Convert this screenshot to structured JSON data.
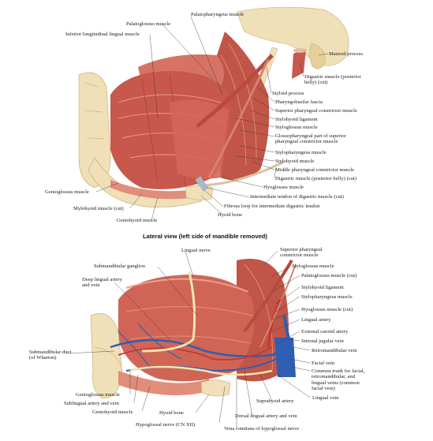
{
  "caption": "Lateral view (left side of mandible removed)",
  "top_labels": {
    "palatopharyngeus": "Palatopharyngeus muscle",
    "palatoglossus": "Palatoglossus muscle",
    "inferior_longitudinal": "Inferior longitudinal lingual muscle",
    "mastoid": "Mastoid process",
    "digastric_posterior_cut": "Digastric muscle (posterior\nbelly) (cut)",
    "styloid": "Styloid process",
    "pharyngobasilar": "Pharyngobasilar fascia",
    "superior_constrictor": "Superior pharyngeal constrictor muscle",
    "stylohyoid_lig": "Stylohyoid ligament",
    "styloglossus": "Styloglossus muscle",
    "glossopharyngeal_part": "Glossopharyngeal part of superior\npharyngeal constrictor muscle",
    "stylopharyngeus": "Stylopharyngeus muscle",
    "stylohyoid": "Stylohyoid muscle",
    "middle_constrictor": "Middle pharyngeal constrictor muscle",
    "digastric_posterior": "Digastric muscle (posterior belly) (cut)",
    "hyoglossus": "Hyoglossus muscle",
    "intermediate_tendon": "Intermediate tendon of digastric muscle (cut)",
    "fibrous_loop": "Fibrous loop for intermediate digastric tendon",
    "hyoid": "Hyoid bone",
    "genioglossus": "Genioglossus muscle",
    "mylohyoid": "Mylohyoid muscle (cut)",
    "geniohyoid": "Geniohyoid muscle"
  },
  "bottom_labels": {
    "lingual_nerve": "Lingual nerve",
    "submandibular_ganglion": "Submandibular ganglion",
    "deep_lingual": "Deep lingual artery\nand vein",
    "submandibular_duct": "Submandibular duct\n(of Wharton)",
    "genioglossus": "Genioglossus muscle",
    "sublingual": "Sublingual artery and vein",
    "geniohyoid": "Geniohyoid muscle",
    "hyoid": "Hyoid bone",
    "hypoglossal": "Hypoglossal nerve (CN XII)",
    "vena_comitans": "Vena comitans of hypoglossal nerve",
    "dorsal_lingual": "Dorsal lingual artery and vein",
    "suprahyoid": "Suprahyoid artery",
    "lingual_vein": "Lingual vein",
    "superior_constrictor": "Superior pharyngeal\nconstrictor muscle",
    "styloglossus": "Styloglossus muscle",
    "palatoglossus_cut": "Palatoglossus muscle (cut)",
    "stylohyoid_lig": "Stylohyoid ligament",
    "stylopharyngeus": "Stylopharyngeus muscle",
    "hyoglossus_cut": "Hyoglossus muscle (cut)",
    "lingual_artery": "Lingual artery",
    "external_carotid": "External carotid artery",
    "internal_jugular": "Internal jugular vein",
    "retromandibular": "Retromandibular vein",
    "facial_vein": "Facial vein",
    "common_trunk": "Common trunk for facial,\nretromandibular, and\nlingual veins (common\nfacial vein)"
  },
  "colors": {
    "muscle": "#c8574c",
    "muscle_light": "#e0907f",
    "bone": "#efe0b8",
    "bone_shade": "#d8c08a",
    "vein": "#2f5fb3",
    "artery": "#c23a2e",
    "nerve": "#f0e6b0",
    "tongue": "#d96f60"
  }
}
